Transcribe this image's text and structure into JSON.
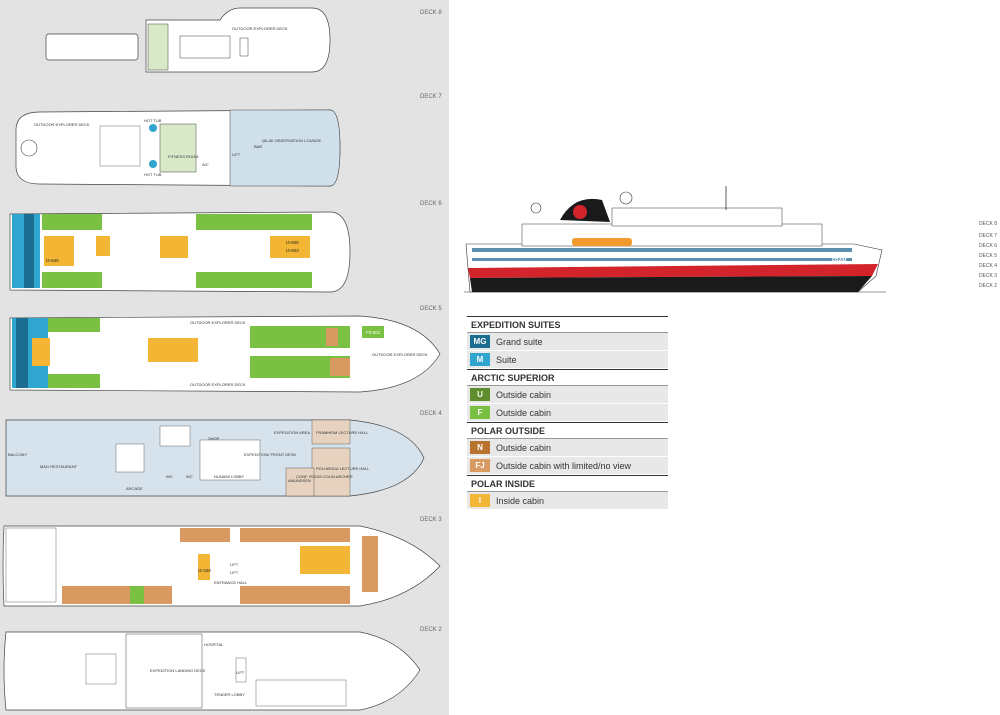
{
  "decks": {
    "deck8": {
      "label": "DECK 8",
      "areas": [
        "OUTDOOR EXPLORER DECK"
      ]
    },
    "deck7": {
      "label": "DECK 7",
      "areas": [
        "OUTDOOR EXPLORER DECK",
        "HOT TUB",
        "HOT TUB",
        "FITNESS ROOM",
        "WC",
        "BAR",
        "LIFT",
        "QILAK OBSERVATION LOUNGE"
      ]
    },
    "deck6": {
      "label": "DECK 6",
      "cabins": [
        "I4-605",
        "I4-603",
        "I2-640"
      ]
    },
    "deck5": {
      "label": "DECK 5",
      "areas": [
        "OUTDOOR EXPLORER DECK",
        "OUTDOOR EXPLORER DECK",
        "OUTDOOR EXPLORER DECK"
      ],
      "cabins": [
        "F3-501"
      ]
    },
    "deck4": {
      "label": "DECK 4",
      "areas": [
        "SHOP",
        "EXPEDITION AREA",
        "FRAMHEIM LECTURE HALL",
        "EXPEDITION/ FRONT DESK",
        "POLHØGDA LECTURE HALL",
        "AMUNDSEN",
        "MAG RESTAURANT",
        "ARCADE",
        "WC",
        "WC",
        "NUNAMI LOBBY",
        "CONF. ROOM COLIN ARCHER",
        "BALCONY"
      ]
    },
    "deck3": {
      "label": "DECK 3",
      "areas": [
        "ENTRANCE HALL",
        "LIFT",
        "LIFT"
      ],
      "cabins": [
        "I2-340"
      ]
    },
    "deck2": {
      "label": "DECK 2",
      "areas": [
        "EXPEDITION LANDING DECK",
        "HOSPITAL",
        "TENDER LOBBY",
        "LIFT"
      ]
    }
  },
  "ship_side_labels": [
    "DECK 8",
    "DECK 7",
    "DECK 6",
    "DECK 5",
    "DECK 4",
    "DECK 3",
    "DECK 2"
  ],
  "ship_name": "FRAM",
  "legend": [
    {
      "heading": "EXPEDITION SUITES",
      "items": [
        {
          "code": "MG",
          "label": "Grand suite",
          "color": "#1b6e8f"
        },
        {
          "code": "M",
          "label": "Suite",
          "color": "#2fa5cf"
        }
      ]
    },
    {
      "heading": "ARCTIC SUPERIOR",
      "items": [
        {
          "code": "U",
          "label": "Outside cabin",
          "color": "#5f8f2c"
        },
        {
          "code": "F",
          "label": "Outside cabin",
          "color": "#7ac143"
        }
      ]
    },
    {
      "heading": "POLAR OUTSIDE",
      "items": [
        {
          "code": "N",
          "label": "Outside cabin",
          "color": "#b8732f"
        },
        {
          "code": "FJ",
          "label": "Outside cabin with limited/no view",
          "color": "#d99a62"
        }
      ]
    },
    {
      "heading": "POLAR INSIDE",
      "items": [
        {
          "code": "I",
          "label": "Inside cabin",
          "color": "#f2b634"
        }
      ]
    }
  ]
}
